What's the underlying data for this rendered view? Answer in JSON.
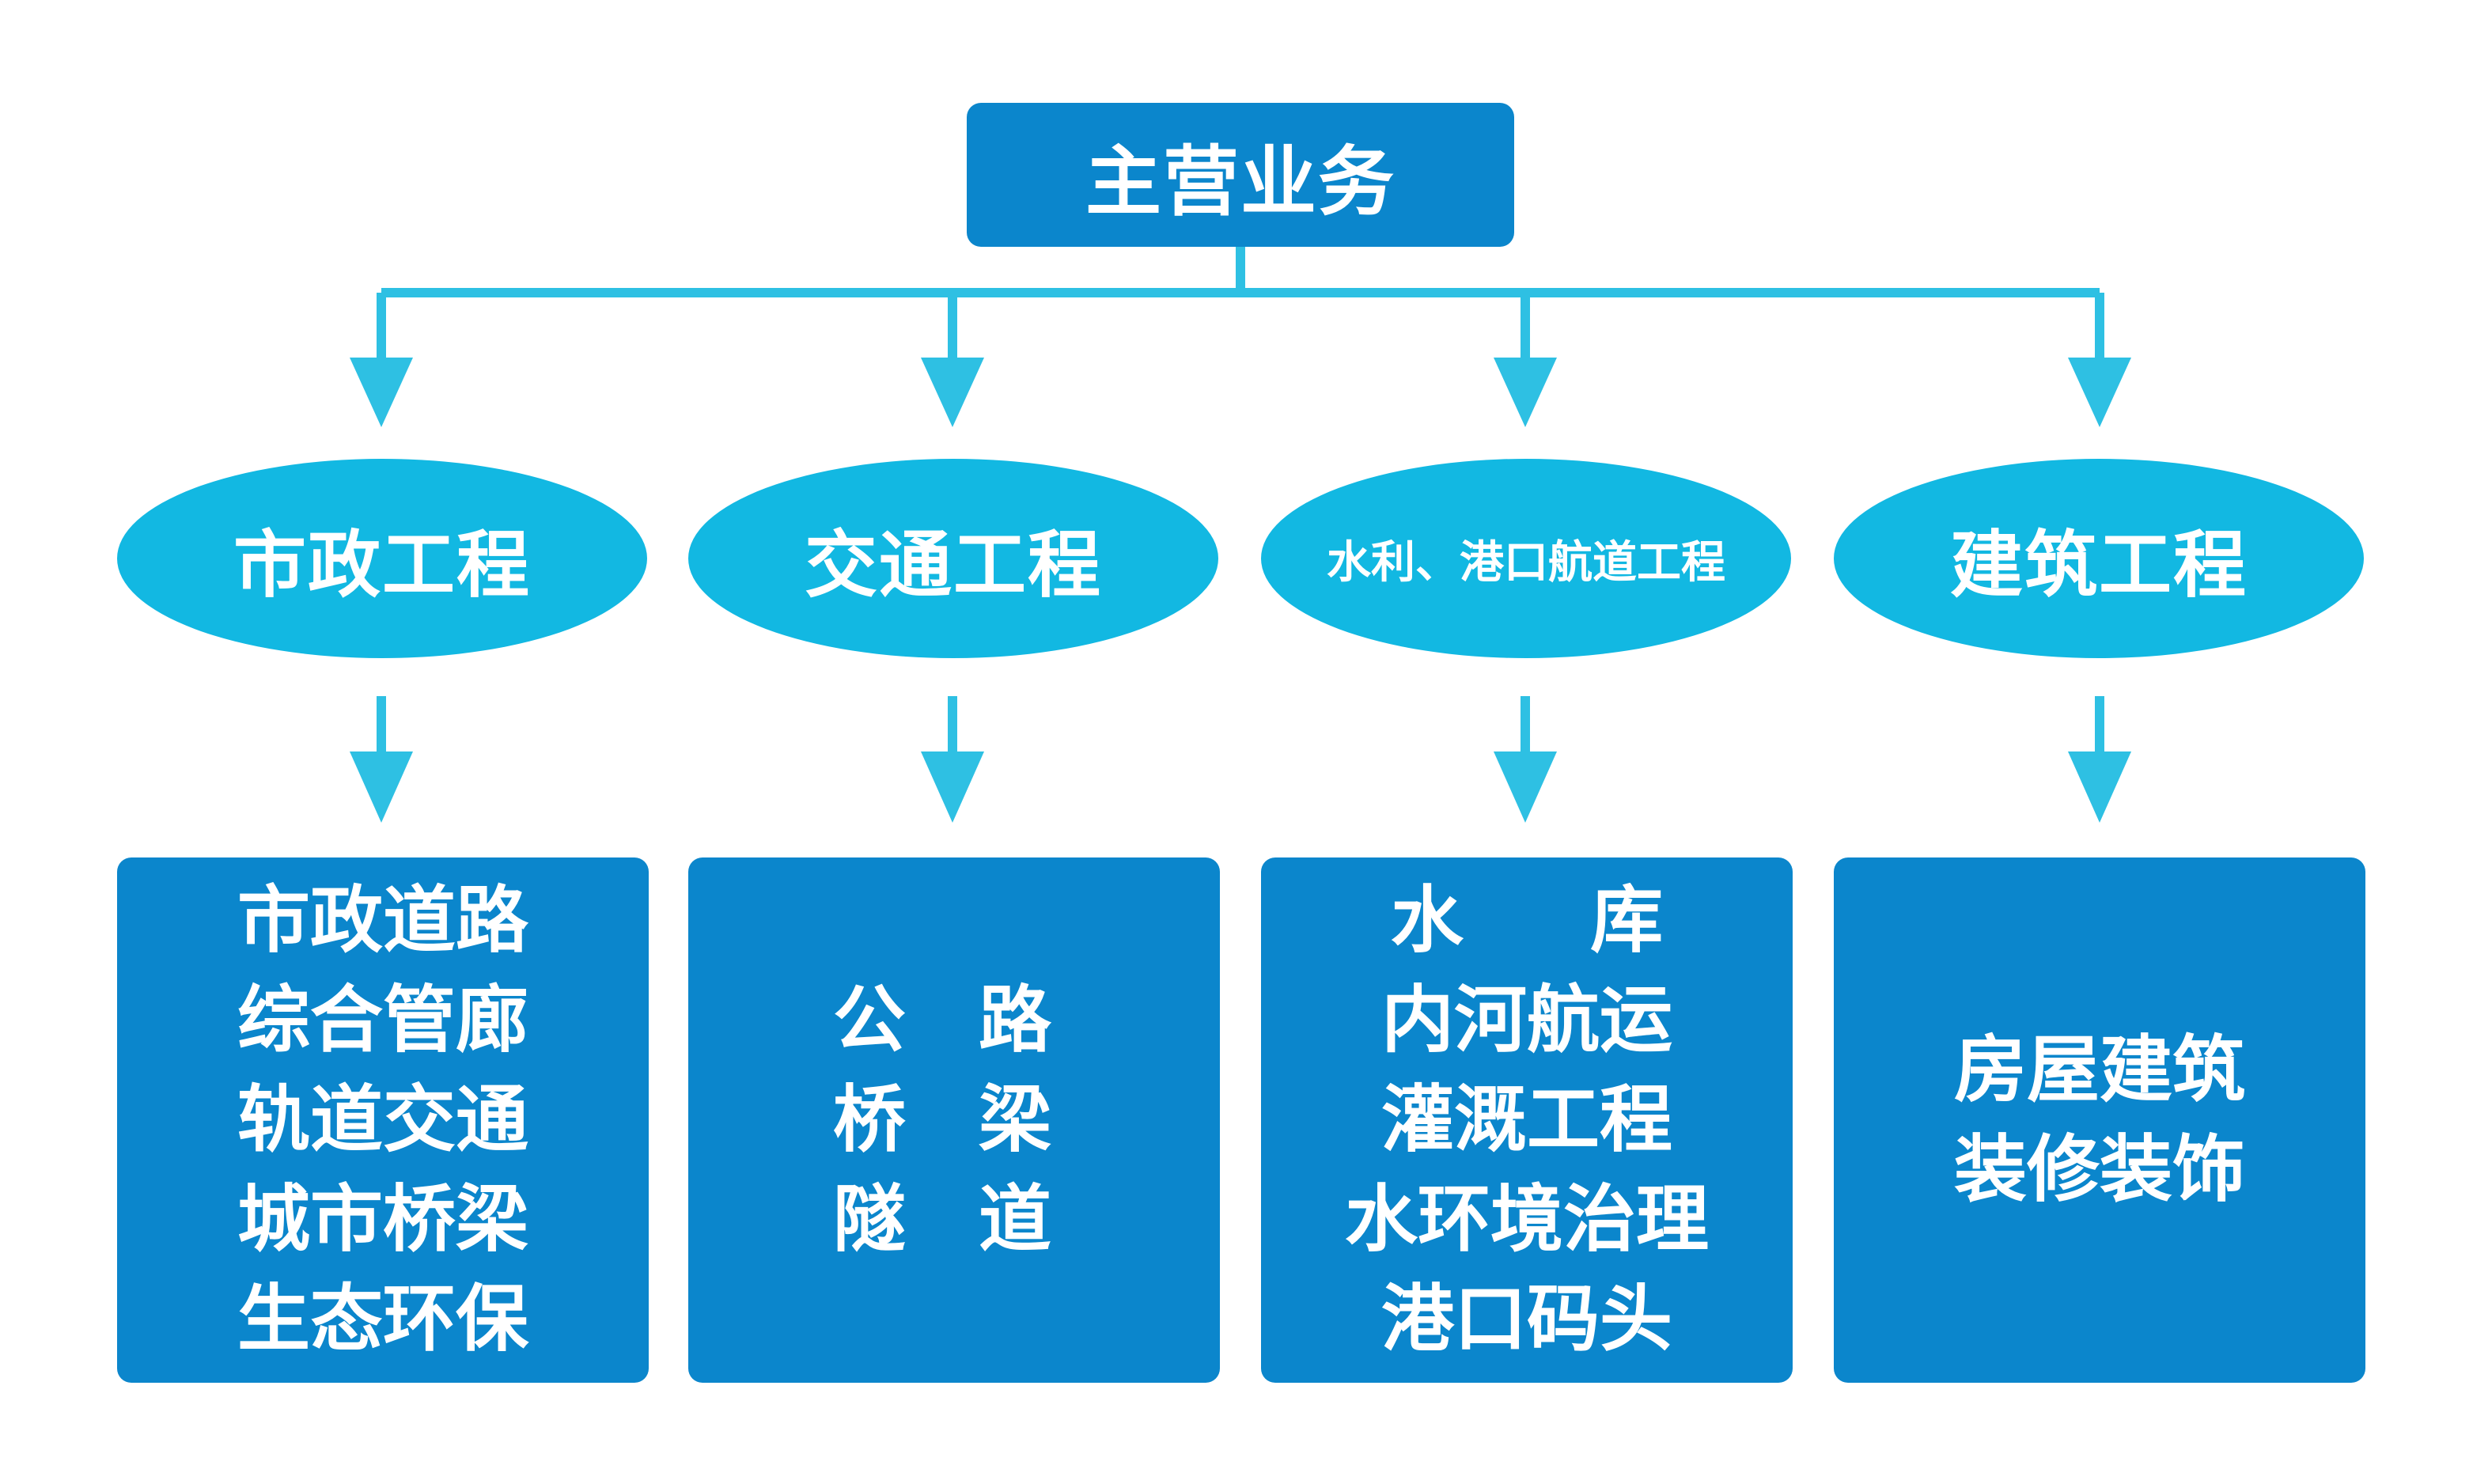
{
  "colors": {
    "box": "#0b86cc",
    "ellipse": "#12b8e2",
    "connector": "#2ec0e3",
    "text": "#ffffff"
  },
  "root": {
    "label": "主营业务"
  },
  "categories": [
    {
      "label": "市政工程",
      "items": [
        "市政道路",
        "综合管廊",
        "轨道交通",
        "城市桥梁",
        "生态环保"
      ]
    },
    {
      "label": "交通工程",
      "items": [
        "公 路",
        "桥 梁",
        "隧 道"
      ]
    },
    {
      "label": "水利、港口航道工程",
      "items": [
        "水     库",
        "内河航运",
        "灌溉工程",
        "水环境治理",
        "港口码头"
      ]
    },
    {
      "label": "建筑工程",
      "items": [
        "房屋建筑",
        "装修装饰"
      ]
    }
  ]
}
